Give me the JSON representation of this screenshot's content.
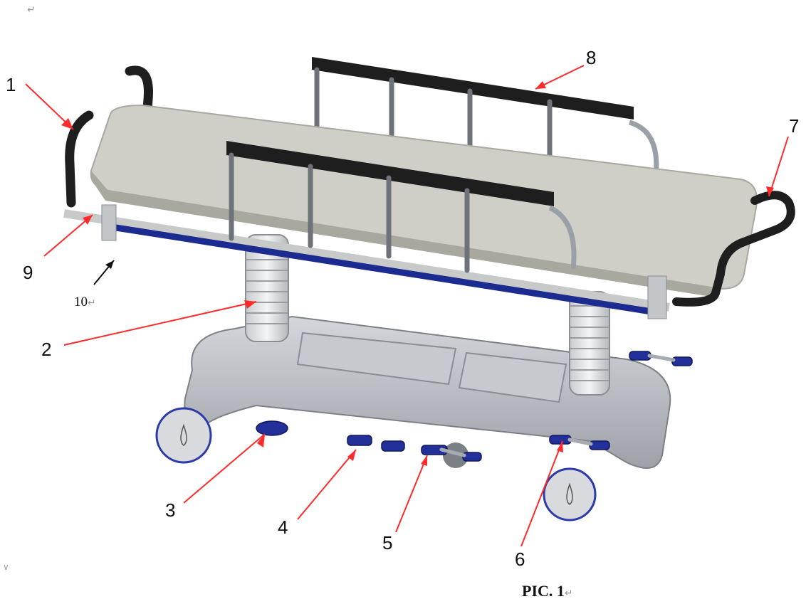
{
  "marks": {
    "return_glyph": "↵",
    "stray_glyph": "∨"
  },
  "callouts": [
    "1",
    "2",
    "3",
    "4",
    "5",
    "6",
    "7",
    "8",
    "9"
  ],
  "label_10": "10",
  "caption": "PIC. 1",
  "colors": {
    "leader_red": "#ff2a2a",
    "leader_black": "#111111",
    "deck": "#cfcfc7",
    "deck_edge": "#a8a89e",
    "frame_blue": "#1c2b8f",
    "handle_black": "#1e1e1e",
    "base_grey": "#b9bcc1",
    "pedal_blue": "#23309a"
  }
}
